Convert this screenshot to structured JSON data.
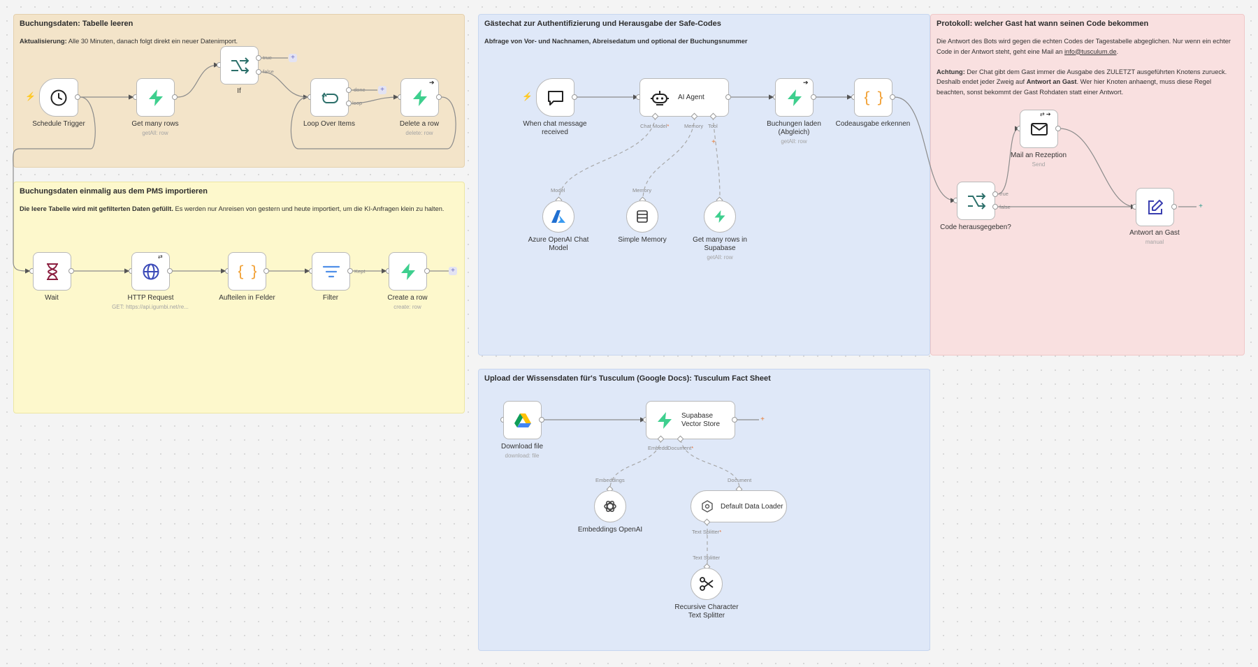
{
  "notes": {
    "n1": {
      "title": "Buchungsdaten: Tabelle leeren",
      "bold": "Aktualisierung:",
      "text": " Alle 30 Minuten, danach folgt direkt ein neuer Datenimport."
    },
    "n2": {
      "title": "Buchungsdaten einmalig aus dem PMS importieren",
      "bold": "Die leere Tabelle wird mit gefilterten Daten gefüllt.",
      "text": " Es werden nur Anreisen von gestern und heute importiert, um die KI-Anfragen klein zu halten."
    },
    "n3": {
      "title": "Gästechat zur Authentifizierung und Herausgabe der Safe-Codes",
      "bold": "Abfrage von Vor- und Nachnamen, Abreisedatum und optional der Buchungsnummer"
    },
    "n4": {
      "title": "Protokoll: welcher Gast hat wann seinen Code bekommen",
      "p1a": "Die Antwort des Bots wird gegen die echten Codes der Tagestabelle abgeglichen. Nur wenn ein echter Code in der Antwort steht, geht eine Mail an ",
      "p1link": "info@tusculum.de",
      "p1b": ".",
      "p2bold": "Achtung:",
      "p2a": " Der Chat gibt dem Gast immer die Ausgabe des ZULETZT ausgeführten Knotens zurueck. Deshalb endet jeder Zweig auf ",
      "p2bold2": "Antwort an Gast",
      "p2b": ". Wer hier Knoten anhaengt, muss diese Regel beachten, sonst bekommt der Gast Rohdaten statt einer Antwort."
    },
    "n5": {
      "title": "Upload der Wissensdaten für's Tusculum (Google Docs): Tusculum Fact Sheet"
    }
  },
  "nodes": {
    "schedule": {
      "label": "Schedule Trigger",
      "icon": "clock-icon"
    },
    "getmany": {
      "label": "Get many rows",
      "sub": "getAll: row",
      "icon": "supabase-icon"
    },
    "if": {
      "label": "If",
      "out_true": "true",
      "out_false": "false",
      "icon": "branch-icon"
    },
    "loop": {
      "label": "Loop Over Items",
      "out_done": "done",
      "out_loop": "loop",
      "icon": "loop-icon"
    },
    "delete": {
      "label": "Delete a row",
      "sub": "delete: row",
      "icon": "supabase-icon"
    },
    "wait": {
      "label": "Wait",
      "icon": "hourglass-icon"
    },
    "http": {
      "label": "HTTP Request",
      "sub": "GET: https://api.igumbi.net/re...",
      "icon": "globe-icon"
    },
    "split": {
      "label": "Aufteilen in Felder",
      "icon": "braces-icon"
    },
    "filter": {
      "label": "Filter",
      "out_kept": "Kept",
      "icon": "filter-icon"
    },
    "create": {
      "label": "Create a row",
      "sub": "create: row",
      "icon": "supabase-icon"
    },
    "chat": {
      "label": "When chat message received",
      "icon": "chat-icon"
    },
    "agent": {
      "label": "AI Agent",
      "p_model": "Chat Model",
      "p_memory": "Memory",
      "p_tool": "Tool",
      "icon": "robot-icon"
    },
    "buchungen": {
      "label": "Buchungen laden (Abgleich)",
      "sub": "getAll: row",
      "icon": "supabase-icon"
    },
    "codeausgabe": {
      "label": "Codeausgabe erkennen",
      "icon": "braces-icon"
    },
    "azure": {
      "label": "Azure OpenAI Chat Model",
      "in": "Model",
      "icon": "azure-icon"
    },
    "memory": {
      "label": "Simple Memory",
      "in": "Memory",
      "icon": "database-icon"
    },
    "getmany2": {
      "label": "Get many rows in Supabase",
      "sub": "getAll: row",
      "icon": "supabase-icon"
    },
    "code_q": {
      "label": "Code herausgegeben?",
      "out_true": "true",
      "out_false": "false",
      "icon": "branch-icon"
    },
    "mail": {
      "label": "Mail an Rezeption",
      "sub": "Send",
      "icon": "mail-icon"
    },
    "antwort": {
      "label": "Antwort an Gast",
      "sub": "manual",
      "icon": "edit-icon"
    },
    "download": {
      "label": "Download file",
      "sub": "download: file",
      "icon": "google-drive-icon"
    },
    "vector": {
      "label": "Supabase Vector Store",
      "p_emb": "Embeddi",
      "p_doc": "Document",
      "icon": "supabase-icon"
    },
    "embeddings": {
      "label": "Embeddings OpenAI",
      "in": "Embeddings",
      "icon": "openai-icon"
    },
    "loader": {
      "label": "Default Data Loader",
      "in": "Document",
      "out": "Text Splitter",
      "icon": "loader-icon"
    },
    "splitter": {
      "label": "Recursive Character Text Splitter",
      "in": "Text Splitter",
      "icon": "scissors-icon"
    }
  },
  "colors": {
    "supabase": "#3ecf8e",
    "trigger": "#ff6d3a",
    "accent": "#5d5fd0"
  }
}
